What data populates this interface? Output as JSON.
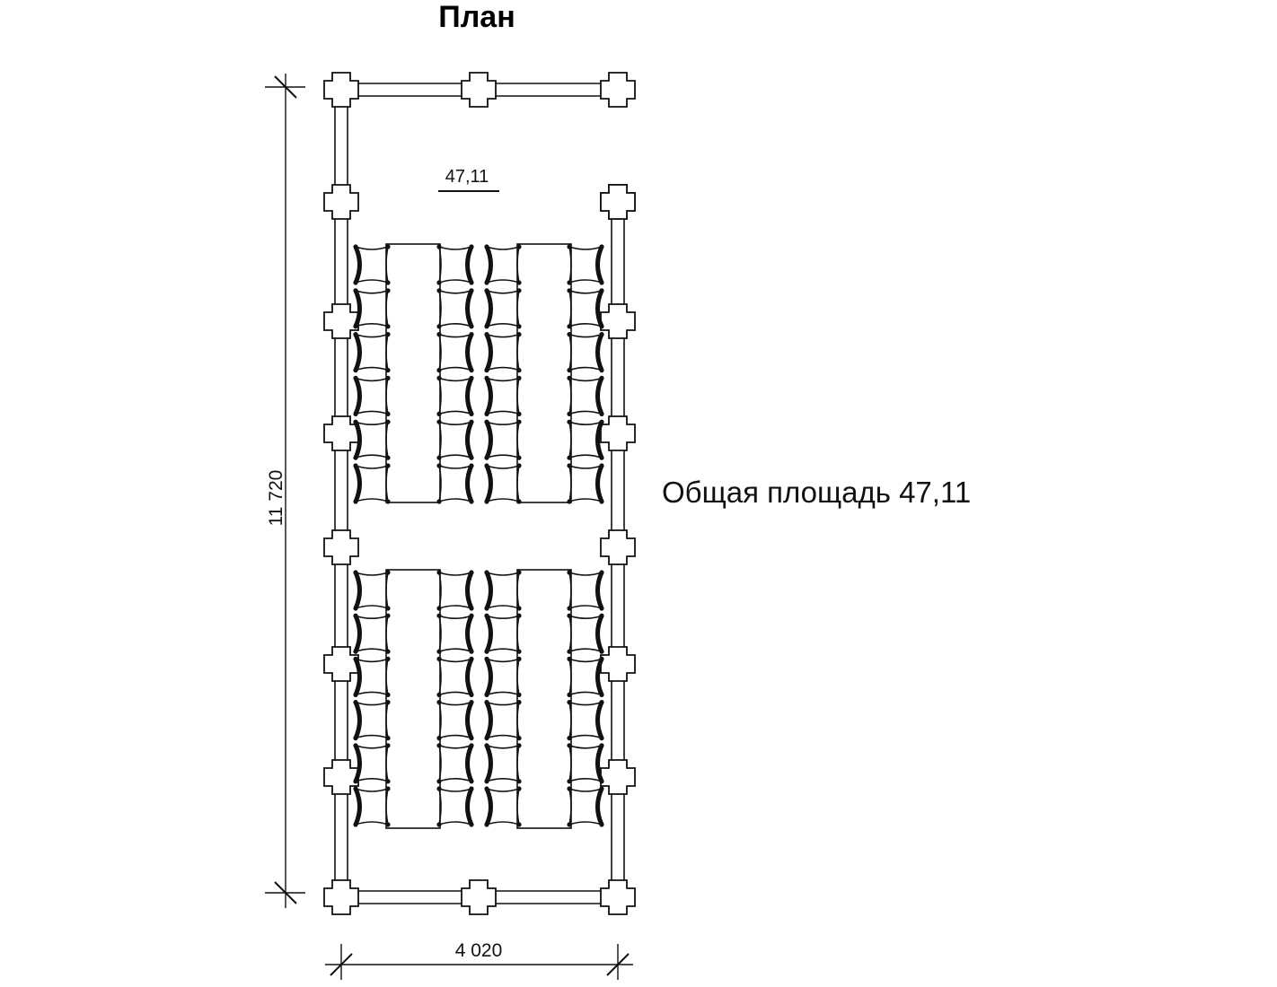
{
  "title": "План",
  "room": {
    "area_label": "47,11",
    "tables": 4,
    "chairs_per_table_side": 6
  },
  "summary": "Общая площадь 47,11",
  "dimensions": {
    "length": "11 720",
    "width": "4 020"
  },
  "colors": {
    "line": "#111111",
    "background": "#ffffff"
  }
}
